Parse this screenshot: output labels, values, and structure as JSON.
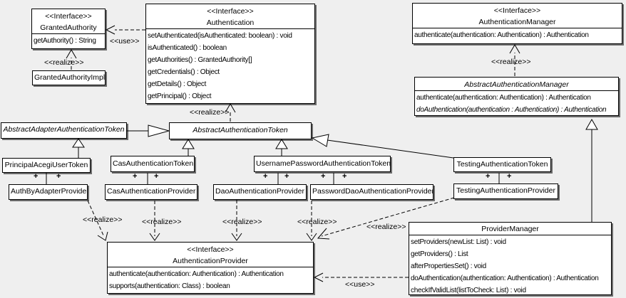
{
  "diagram": {
    "background_color": "#efefef",
    "box_fill": "#ffffff",
    "line_color": "#000000"
  },
  "labels": {
    "use": "<<use>>",
    "realize": "<<realize>>",
    "plus": "+"
  },
  "nodes": {
    "granted_authority": {
      "stereotype": "<<Interface>>",
      "name": "GrantedAuthority",
      "methods": [
        "getAuthority() : String"
      ]
    },
    "granted_authority_impl": {
      "name": "GrantedAuthorityImpl"
    },
    "authentication": {
      "stereotype": "<<Interface>>",
      "name": "Authentication",
      "methods": [
        "setAuthenticated(isAuthenticated: boolean) : void",
        "isAuthenticated() : boolean",
        "getAuthorities() : GrantedAuthority[]",
        "getCredentials() : Object",
        "getDetails() : Object",
        "getPrincipal() : Object"
      ]
    },
    "authentication_manager": {
      "stereotype": "<<Interface>>",
      "name": "AuthenticationManager",
      "methods": [
        "authenticate(authentication: Authentication) : Authentication"
      ]
    },
    "abstract_authentication_manager": {
      "name": "AbstractAuthenticationManager",
      "methods": [
        "authenticate(authentication: Authentication) : Authentication",
        "doAuthentication(authentication : Authentication) : Authentication"
      ]
    },
    "abstract_adapter_authentication_token": {
      "name": "AbstractAdapterAuthenticationToken"
    },
    "abstract_authentication_token": {
      "name": "AbstractAuthenticationToken"
    },
    "principal_acegi_user_token": {
      "name": "PrincipalAcegiUserToken"
    },
    "cas_authentication_token": {
      "name": "CasAuthenticationToken"
    },
    "username_password_authentication_token": {
      "name": "UsernamePasswordAuthenticationToken"
    },
    "testing_authentication_token": {
      "name": "TestingAuthenticationToken"
    },
    "auth_by_adapter_provider": {
      "name": "AuthByAdapterProvider"
    },
    "cas_authentication_provider": {
      "name": "CasAuthenticationProvider"
    },
    "dao_authentication_provider": {
      "name": "DaoAuthenticationProvider"
    },
    "password_dao_authentication_provider": {
      "name": "PasswordDaoAuthenticationProvider"
    },
    "testing_authentication_provider": {
      "name": "TestingAuthenticationProvider"
    },
    "authentication_provider": {
      "stereotype": "<<Interface>>",
      "name": "AuthenticationProvider",
      "methods": [
        "authenticate(authentication: Authentication) : Authentication",
        "supports(authentication: Class) : boolean"
      ]
    },
    "provider_manager": {
      "name": "ProviderManager",
      "methods": [
        "setProviders(newList: List) : void",
        "getProviders() : List",
        "afterPropertiesSet() : void",
        "doAuthentication(authentication: Authentication) : Authentication",
        "checkIfValidList(listToCheck: List) : void"
      ]
    }
  }
}
